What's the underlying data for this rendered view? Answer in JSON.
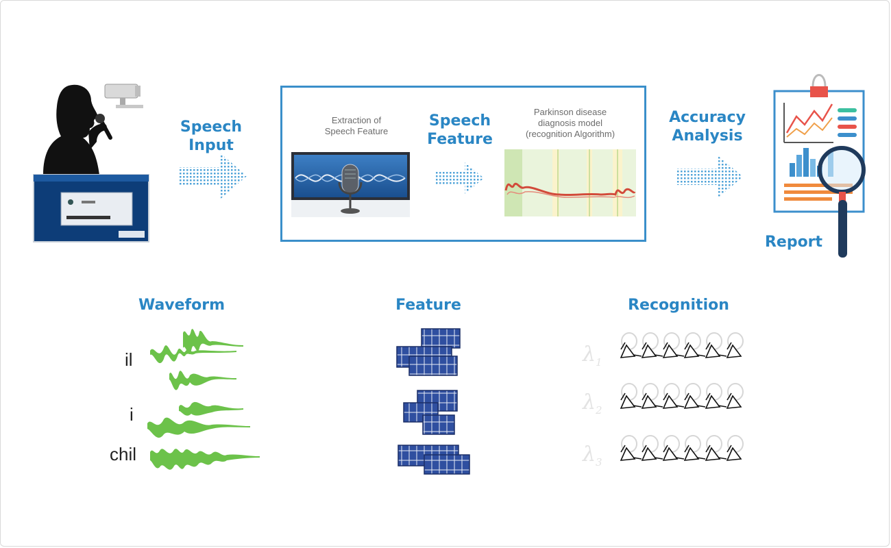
{
  "top": {
    "speech_input": "Speech Input",
    "extraction_line1": "Extraction of",
    "extraction_line2": "Speech Feature",
    "speech_feature_line1": "Speech",
    "speech_feature_line2": "Feature",
    "model_line1": "Parkinson disease",
    "model_line2": "diagnosis model",
    "model_line3": "(recognition Algorithm)",
    "accuracy_line1": "Accuracy",
    "accuracy_line2": "Analysis",
    "report": "Report"
  },
  "bottom": {
    "waveform": "Waveform",
    "feature": "Feature",
    "recognition": "Recognition",
    "words": [
      "il",
      "i",
      "chil"
    ]
  },
  "colors": {
    "accent_blue": "#2a86c4",
    "box_border": "#3a8fca",
    "waveform_green": "#6cc24a",
    "feature_blue": "#2f4fa0"
  }
}
